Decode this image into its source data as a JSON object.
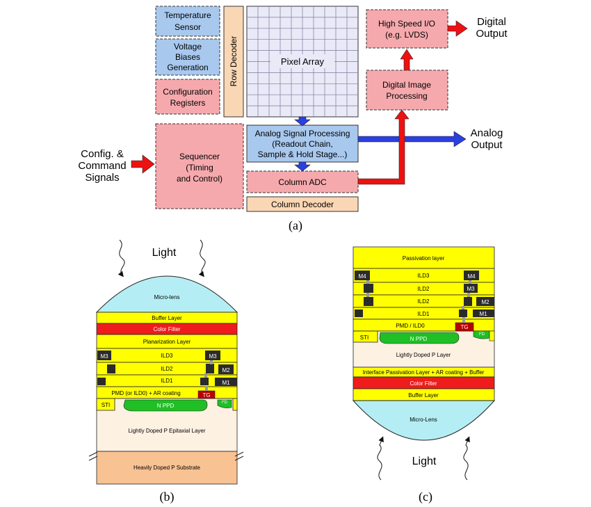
{
  "colors": {
    "blue_block": "#a8c8ee",
    "pink_block": "#f6a9ad",
    "peach_block": "#fad7b4",
    "grid_fill": "#e9e9f8",
    "red_arrow": "#ee1111",
    "blue_arrow": "#2a3fe0",
    "yellow_layer": "#ffff00",
    "red_layer": "#ee1c1c",
    "lens": "#b4eef4",
    "npd": "#1fbf25",
    "tg": "#b90000",
    "substrate": "#f8c293",
    "epi": "#fdf1e2",
    "metal": "#2b2b2b"
  },
  "panel_a": {
    "temperature_sensor": [
      "Temperature",
      "Sensor"
    ],
    "voltage_biases": [
      "Voltage",
      "Biases",
      "Generation"
    ],
    "configuration_registers": [
      "Configuration",
      "Registers"
    ],
    "sequencer": [
      "Sequencer",
      "(Timing",
      "and Control)"
    ],
    "row_decoder": "Row Decoder",
    "pixel_array": "Pixel Array",
    "analog_signal_processing": [
      "Analog Signal Processing",
      "(Readout Chain,",
      "Sample & Hold Stage...)"
    ],
    "column_adc": "Column ADC",
    "column_decoder": "Column Decoder",
    "digital_image_processing": [
      "Digital Image",
      "Processing"
    ],
    "high_speed_io": [
      "High Speed I/O",
      "(e.g. LVDS)"
    ],
    "digital_output": [
      "Digital",
      "Output"
    ],
    "analog_output": [
      "Analog",
      "Output"
    ],
    "config_signals": [
      "Config. &",
      "Command",
      "Signals"
    ],
    "caption": "(a)"
  },
  "panel_b": {
    "light": "Light",
    "micro_lens": "Micro-lens",
    "buffer_layer": "Buffer Layer",
    "color_filter": "Color Filter",
    "planarization_layer": "Planarization Layer",
    "ild3": "ILD3",
    "ild2": "ILD2",
    "ild1": "ILD1",
    "pmd": "PMD (or ILD0) + AR coating",
    "m3": "M3",
    "m2": "M2",
    "m1": "M1",
    "tg": "TG",
    "sti": "STI",
    "fd": "FD",
    "n_ppd": "N PPD",
    "epi_layer": "Lightly Doped P Epitaxial Layer",
    "substrate": "Heavily Doped P Substrate",
    "caption": "(b)"
  },
  "panel_c": {
    "passivation_layer": "Passivation layer",
    "m4": "M4",
    "m3": "M3",
    "m2": "M2",
    "m1": "M1",
    "ild3": "ILD3",
    "ild2": "ILD2",
    "ild1": "ILD1",
    "pmd": "PMD / ILD0",
    "tg": "TG",
    "sti": "STI",
    "fd": "FD",
    "n_ppd": "N PPD",
    "p_layer": "Lightly Doped P Layer",
    "interface_passivation": "Interface Passivation Layer + AR coating + Buffer",
    "color_filter": "Color Filter",
    "buffer_layer": "Buffer Layer",
    "micro_lens": "Micro-Lens",
    "light": "Light",
    "caption": "(c)"
  }
}
